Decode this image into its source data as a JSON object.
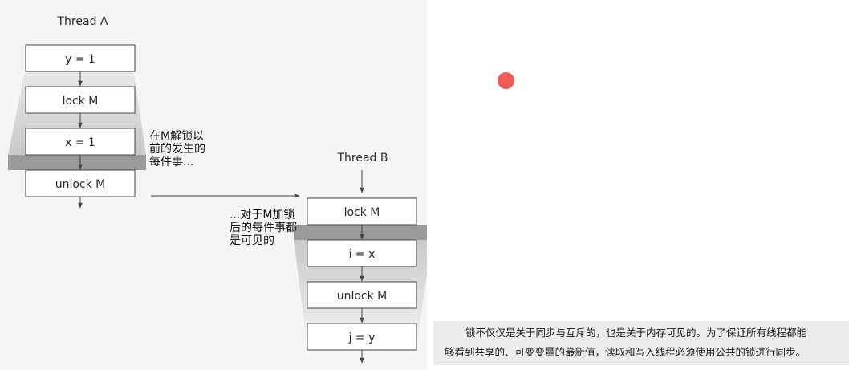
{
  "diagram": {
    "thread_a": {
      "title": "Thread A",
      "steps": [
        "y = 1",
        "lock M",
        "x = 1",
        "unlock M"
      ]
    },
    "thread_b": {
      "title": "Thread B",
      "steps": [
        "lock M",
        "i = x",
        "unlock M",
        "j = y"
      ]
    },
    "annotation_a": [
      "在M解锁以",
      "前的发生的",
      "每件事..."
    ],
    "annotation_b": [
      "...对于M加锁",
      "后的每件事都",
      "是可见的"
    ]
  },
  "caption": {
    "lines": [
      "锁不仅仅是关于同步与互斥的，也是关于内存可见的。为了保证所有线程都能",
      "够看到共享的、可变变量的最新值，读取和写入线程必须使用公共的锁进行同步。"
    ]
  },
  "colors": {
    "marker": "#ee5a55",
    "box_border": "#444444",
    "band": "#9a9a9a"
  }
}
